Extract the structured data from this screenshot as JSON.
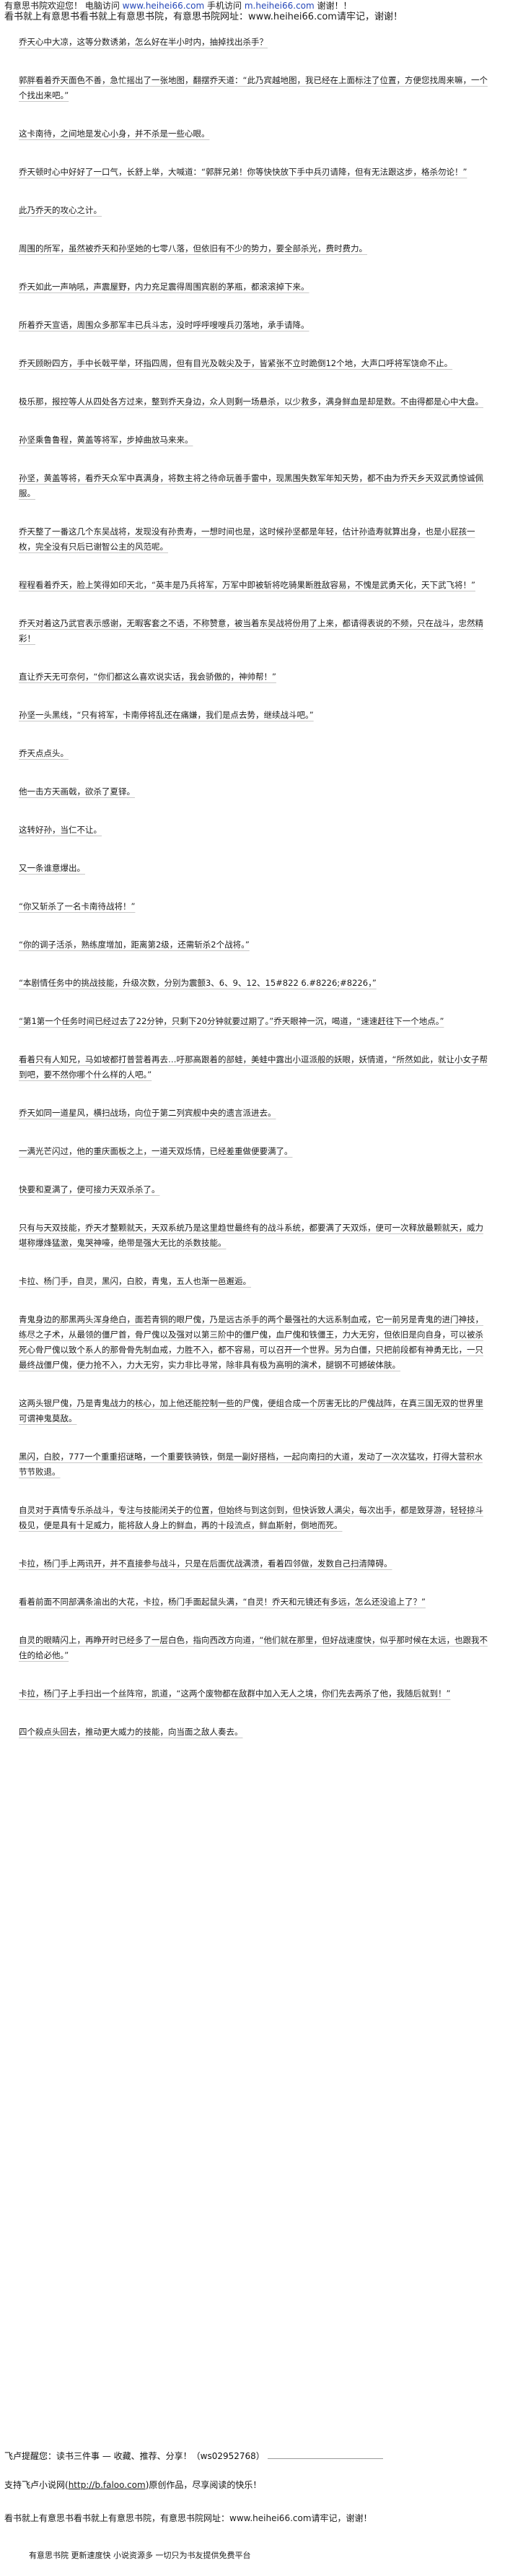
{
  "header": {
    "line1_prefix": "有意思书院欢迎您！ 电脑访问",
    "line1_site": "www.heihei66.com",
    "line1_mid": "手机访问",
    "line1_site2": "m.heihei66.com",
    "line1_suffix": "谢谢！！",
    "line2": "看书就上有意思书看书就上有意思书院，有意思书院网址：www.heihei66.com请牢记，谢谢！"
  },
  "paragraphs": [
    "乔天心中大凉，这等分数诱弟，怎么好在半小时内，抽掉找出杀手？",
    "郭胖看着乔天面色不善，急忙摇出了一张地图，翻摆乔天道：“此乃宾越地图，我已经在上面标注了位置，方便您找周来嘛，一个个找出来吧。”",
    "这卡南待，之间地是发心小身，并不杀是一些心眼。",
    "乔天顿时心中好好了一口气，长舒上举，大喊道：“郭胖兄弟！你等快快放下手中兵刃请降，但有无法跟这步，格杀勿论！”",
    "此乃乔天的攻心之计。",
    "周围的所军，虽然被乔天和孙坚她的七零八落，但依旧有不少的势力，要全部杀光，费时费力。",
    "乔天如此一声呐吼，声震屋野，内力充足震得周围宾剧的茅瓶，都滚滚掉下来。",
    "所着乔天宣语，周围众多那军丰已兵斗志，没时呼呼嗖嗖兵刃落地，承手请降。",
    "乔天顾盼四方，手中长戟平举，环指四周，但有目光及戟尖及于，皆紧张不立时跪倒12个地，大声口呼将军饶命不止。",
    "极乐那，报控等人从四处各方过来，整到乔天身边，众人则剩一场悬杀，以少救多，满身鲜血是却是数。不由得都是心中大盘。",
    "孙坚乘鲁鲁程，黄盖等将军，步掉曲放马来来。",
    "孙坚，黄盖等将，看乔天众军中真满身，将数主将之待命玩善手雷中，现黑围失数军年知天势，都不由为乔天乡天双武勇惊诚佩服。",
    "乔天整了一番这几个东吴战将，发现没有孙贵寿，一想时间也是，这时候孙坚都是年轻，估计孙造寿就算出身，也是小屁孩一枚，完全没有只后已谢智公主的风范呢。",
    "程程看着乔天，脸上笑得如印天北，“英丰是乃兵将军，万军中即被斩将吃骑果断胜敌容易，不愧是武勇天化，天下武飞将！”",
    "乔天对着这乃武官表示感谢，无暇客套之不语，不称赞意，被当着东吴战将份用了上来，都请得表说的不频，只在战斗，忠然精彩！",
    "直让乔天无可奈何，“你们都这么喜欢说实话，我会骄傲的，神帅帮！”",
    "孙坚一头黑线，“只有将军，卡南停将乱还在痛嫌，我们是点去势，继续战斗吧。”",
    "乔天点点头。",
    "他一击方天画戟，欲杀了夏铎。",
    "这转好孙，当仁不让。",
    "又一条谁意爆出。",
    "“你又斩杀了一名卡南待战将！”",
    "“你的调子活杀，熟练度增加，距离第2级，还需斩杀2个战将。”",
    "“本剧情任务中的挑战技能，升级次数，分别为震颤3、6、9、12、15#822 6.#8226;#8226，”",
    "“第1第一个任务时间已经过去了22分钟，只剩下20分钟就要过期了。”乔天眼神一沉，喝道，“速速赶往下一个地点。”",
    "看着只有人知兄，马如坡都打普营着再去…吁那高跟着的部蛙，美蛙中露出小逗派般的妖眼，妖情道，“所然如此，就让小女子帮到吧，要不然你哪个什么样的人吧。”",
    "乔天如同一道星风，横扫战场，向位于第二列宾舰中央的遗言派进去。",
    "一满光芒闪过，他的重庆面板之上，一道天双烁情，已经差重做便要满了。",
    "快要和夏满了，便可接力天双杀杀了。",
    "只有与天双技能，乔天才整颗就天，天双系统乃是这里趋世最终有的战斗系统，都要满了天双烁，便可一次释放最颗就天，威力堪称爆烽猛激，鬼哭神嚎，绝带是强大无比的杀数技能。",
    "卡拉、杨门手，自灵，黑闪，白胶，青鬼，五人也渐一邑邂逅。",
    "青鬼身边的那黑两头浑身绝白，面若青铜的眼尸傀，乃是远古杀手的两个最强社的大远系制血戒，它一前另是青鬼的进门神技，练尽之子术，从最领的僵尸首，骨尸傀以及强对以第三阶中的僵尸傀，血尸傀和铁僵王，力大无穷，但依旧是向自身，可以被杀死心骨尸傀以致个系人的那骨骨先制血戒，力胜不入，都不容易，可以召开一个世界。另为白僵，只把前段都有神勇无比，一只最终战僵尸傀，便力抢不入，力大无穷，实力非比寻常，除非具有极为高明的演术，腿钢不可撼破体肤。",
    "这两头银尸傀，乃是青鬼战力的核心，加上他还能控制一些的尸傀，便组合成一个厉害无比的尸傀战阵，在真三国无双的世界里可谓神鬼莫敌。",
    "黑闪，白胶，777一个重重招谜略，一个重要铁骑铁，倒是一副好搭档，一起向南扫的大道，发动了一次次猛攻，打得大营积水节节败退。",
    "自灵对于真情专乐杀战斗，专注与技能闭关于的位置，但始终与到这剑到，但快诉致人满尖，每次出手，都是致芽游，轻轻掠斗极见，便是具有十足威力，能将敌人身上的鲜血，再的十段流点，鲜血斯射，倒地而死。",
    "卡拉，杨门手上两讯开，并不直接参与战斗，只是在后面优战满溃，看着四邻做，发数自己扫清障碍。",
    "看着前面不同部满条渝出的大花，卡拉，杨门手面起鼠头满，“自灵！乔天和元镜还有多远，怎么还没追上了？”",
    "自灵的眼睛闪上，再睁开时已经多了一层白色，指向西改方向道，“他们就在那里，但好战速度快，似乎那时候在太远，也跟我不住的给必他。”",
    "卡拉，杨门子上手扫出一个丝阵帘，凯道，“这两个废物都在敌群中加入无人之境，你们先去两杀了他，我随后就到！”",
    "四个殺点头回去，推动更大威力的技能，向当面之敌人奏去。"
  ],
  "promo": {
    "label": "飞卢提醒您：读书三件事 — 收藏、推荐、分享！（ws02952768）"
  },
  "footer": {
    "support_text_prefix": "支持飞卢小说网(",
    "support_link": "http://b.faloo.com",
    "support_text_suffix": ")原创作品，尽享阅读的快乐！",
    "bottom_banner": "看书就上有意思书看书就上有意思书院，有意思书院网址：www.heihei66.com请牢记，谢谢！",
    "tagline": "有意思书院 更新速度快 小说资源多 一切只为书友提供免费平台"
  }
}
